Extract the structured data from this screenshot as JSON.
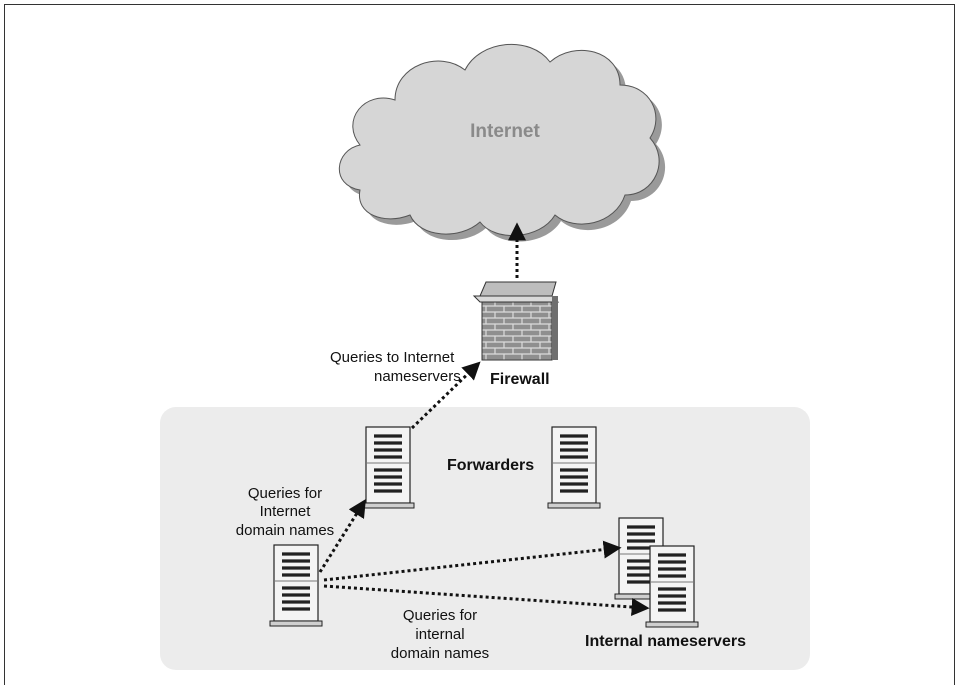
{
  "labels": {
    "internet": "Internet",
    "firewall": "Firewall",
    "forwarders": "Forwarders",
    "internal_nameservers": "Internal nameservers",
    "queries_to_internet_1": "Queries to Internet",
    "queries_to_internet_2": "nameservers",
    "queries_internet_domains_1": "Queries for",
    "queries_internet_domains_2": "Internet",
    "queries_internet_domains_3": "domain names",
    "queries_internal_domains_1": "Queries for",
    "queries_internal_domains_2": "internal",
    "queries_internal_domains_3": "domain names"
  },
  "colors": {
    "cloud_fill": "#d6d6d6",
    "cloud_text": "#8a8a8a",
    "region_fill": "#ececec",
    "brick": "#9a9a9a",
    "server_body": "#f2f2f2"
  }
}
